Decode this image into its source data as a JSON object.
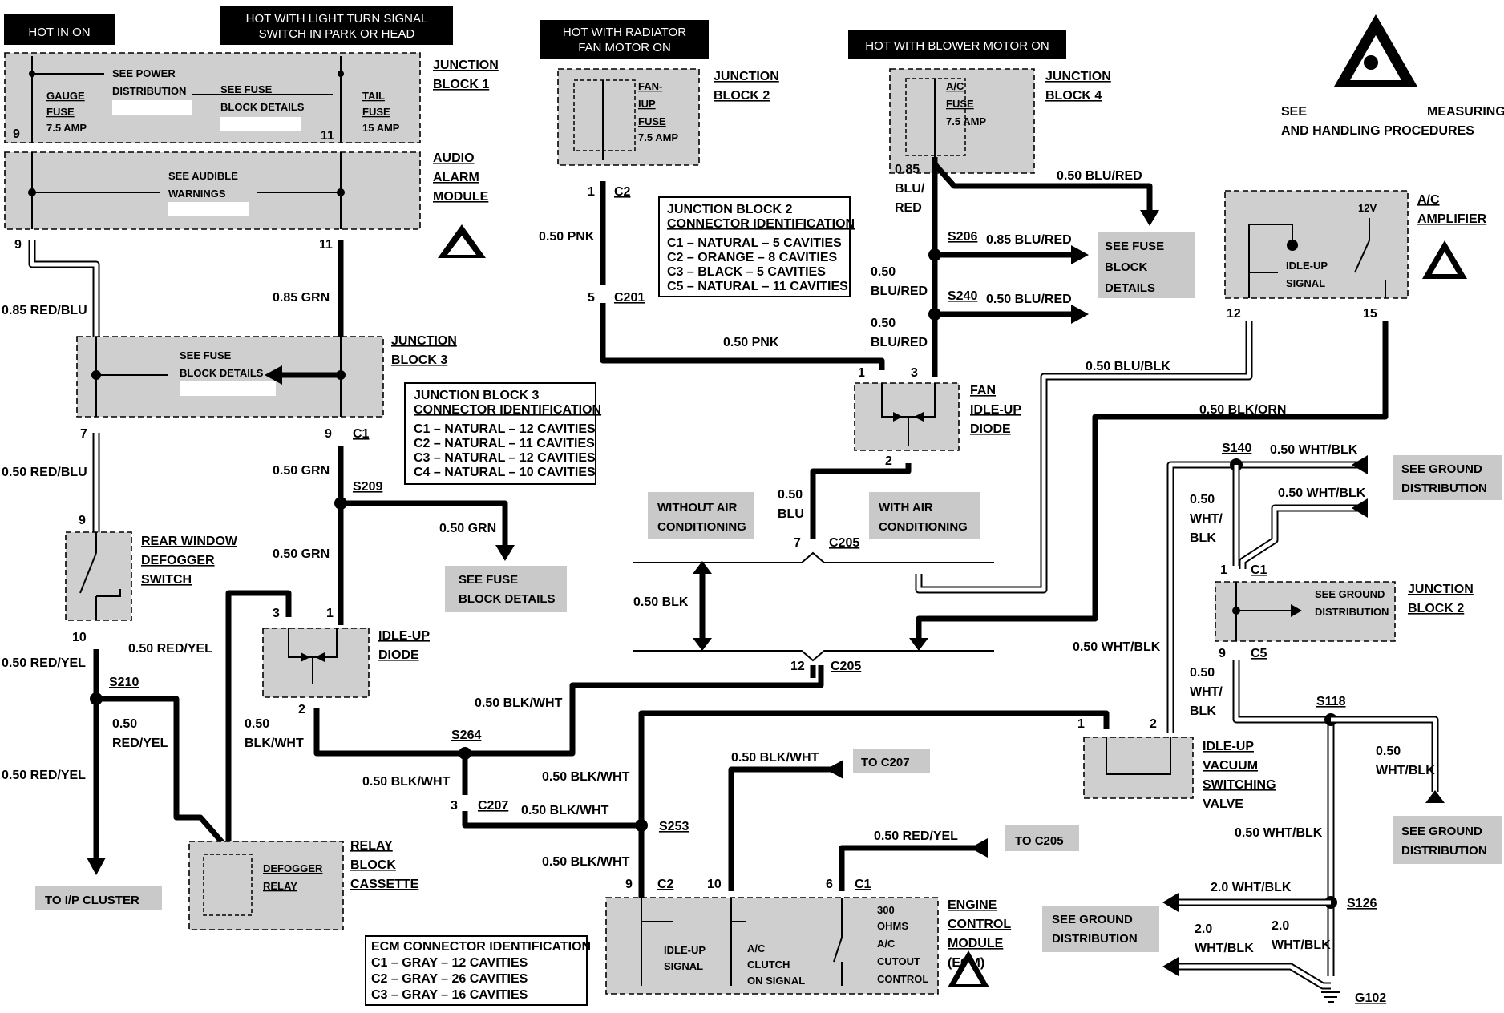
{
  "headers": {
    "hot_in_on": "HOT IN ON",
    "hot_light_1": "HOT WITH LIGHT TURN SIGNAL",
    "hot_light_2": "SWITCH IN PARK OR HEAD",
    "hot_radiator_1": "HOT WITH RADIATOR",
    "hot_radiator_2": "FAN MOTOR ON",
    "hot_blower": "HOT WITH BLOWER MOTOR ON"
  },
  "esd": {
    "see": "SEE",
    "measuring": "MEASURING",
    "and_handling": "AND HANDLING PROCEDURES"
  },
  "components": {
    "junction_block_1": [
      "JUNCTION",
      "BLOCK 1"
    ],
    "audio_alarm_module": [
      "AUDIO",
      "ALARM",
      "MODULE"
    ],
    "junction_block_3": [
      "JUNCTION",
      "BLOCK 3"
    ],
    "rear_window_defogger": [
      "REAR WINDOW",
      "DEFOGGER",
      "SWITCH"
    ],
    "idle_up_diode": [
      "IDLE-UP",
      "DIODE"
    ],
    "relay_block": [
      "RELAY",
      "BLOCK",
      "CASSETTE"
    ],
    "junction_block_2_top": [
      "JUNCTION",
      "BLOCK 2"
    ],
    "junction_block_4": [
      "JUNCTION",
      "BLOCK 4"
    ],
    "fan_idle_up_diode": [
      "FAN",
      "IDLE-UP",
      "DIODE"
    ],
    "ac_amplifier": [
      "A/C",
      "AMPLIFIER"
    ],
    "junction_block_2_right": [
      "JUNCTION",
      "BLOCK 2"
    ],
    "idle_up_vacuum": [
      "IDLE-UP",
      "VACUUM",
      "SWITCHING",
      "VALVE"
    ],
    "ecm": [
      "ENGINE",
      "CONTROL",
      "MODULE",
      "(ECM)"
    ]
  },
  "inner": {
    "see_power_1": "SEE POWER",
    "see_power_2": "DISTRIBUTION",
    "gauge_1": "GAUGE",
    "gauge_2": "FUSE",
    "gauge_amp": "7.5 AMP",
    "see_fuse_1": "SEE FUSE",
    "see_fuse_2": "BLOCK DETAILS",
    "tail_1": "TAIL",
    "tail_2": "FUSE",
    "tail_amp": "15 AMP",
    "see_audible_1": "SEE AUDIBLE",
    "see_audible_2": "WARNINGS",
    "jb3_see_fuse_1": "SEE FUSE",
    "jb3_see_fuse_2": "BLOCK DETAILS",
    "fan_fuse_1": "FAN-",
    "fan_fuse_2": "IUP",
    "fan_fuse_3": "FUSE",
    "fan_fuse_amp": "7.5 AMP",
    "ac_fuse_1": "A/C",
    "ac_fuse_2": "FUSE",
    "ac_fuse_amp": "7.5 AMP",
    "v12": "12V",
    "idle_up_signal_1": "IDLE-UP",
    "idle_up_signal_2": "SIGNAL",
    "defogger_1": "DEFOGGER",
    "defogger_2": "RELAY",
    "see_ground_1": "SEE GROUND",
    "see_ground_2": "DISTRIBUTION",
    "ecm_idle_1": "IDLE-UP",
    "ecm_idle_2": "SIGNAL",
    "ecm_ac_1": "A/C",
    "ecm_ac_2": "CLUTCH",
    "ecm_ac_3": "ON SIGNAL",
    "ecm_ohm_1": "300",
    "ecm_ohm_2": "OHMS",
    "ecm_ohm_3": "A/C",
    "ecm_ohm_4": "CUTOUT",
    "ecm_ohm_5": "CONTROL"
  },
  "id_boxes": {
    "jb2": [
      "JUNCTION BLOCK 2",
      "CONNECTOR IDENTIFICATION",
      "C1 – NATURAL – 5 CAVITIES",
      "C2 – ORANGE – 8 CAVITIES",
      "C3 – BLACK – 5 CAVITIES",
      "C5 – NATURAL – 11 CAVITIES"
    ],
    "jb3": [
      "JUNCTION BLOCK 3",
      "CONNECTOR IDENTIFICATION",
      "C1 – NATURAL – 12 CAVITIES",
      "C2 – NATURAL – 11 CAVITIES",
      "C3 – NATURAL – 12 CAVITIES",
      "C4 – NATURAL – 10 CAVITIES"
    ],
    "ecm": [
      "ECM CONNECTOR IDENTIFICATION",
      "C1 – GRAY – 12 CAVITIES",
      "C2 – GRAY – 26 CAVITIES",
      "C3 – GRAY – 16 CAVITIES"
    ]
  },
  "refs": {
    "see_fuse_block": [
      "SEE FUSE",
      "BLOCK DETAILS"
    ],
    "see_fuse_block_r": [
      "SEE FUSE",
      "BLOCK",
      "DETAILS"
    ],
    "see_ground": [
      "SEE GROUND",
      "DISTRIBUTION"
    ],
    "to_ip_cluster": "TO I/P CLUSTER",
    "to_c207": "TO C207",
    "to_c205": "TO C205",
    "without_ac": [
      "WITHOUT AIR",
      "CONDITIONING"
    ],
    "with_ac": [
      "WITH AIR",
      "CONDITIONING"
    ]
  },
  "wires": {
    "red_blu": "0.85 RED/BLU",
    "grn_085": "0.85 GRN",
    "red_blu_050": "0.50 RED/BLU",
    "grn_050": "0.50 GRN",
    "red_yel": "0.50 RED/YEL",
    "grn_050_b": "0.50 GRN",
    "grn_050_c": "0.50 GRN",
    "red_yel_b": "0.50 RED/YEL",
    "red_yel_c": "0.50 RED/YEL",
    "red_yel_d1": "0.50",
    "red_yel_d2": "RED/YEL",
    "blk_wht_1": "0.50",
    "blk_wht_2": "BLK/WHT",
    "blk_wht_a": "0.50 BLK/WHT",
    "blk_wht_b": "0.50 BLK/WHT",
    "blk_wht_c": "0.50 BLK/WHT",
    "blk_wht_d": "0.50 BLK/WHT",
    "blk_wht_e": "0.50 BLK/WHT",
    "blk_wht_f": "0.50 BLK/WHT",
    "pnk_a": "0.50 PNK",
    "pnk_b": "0.50 PNK",
    "blu_red_085_1": "0.85",
    "blu_red_085_2": "BLU/",
    "blu_red_085_3": "RED",
    "blu_red_top": "0.50 BLU/RED",
    "blu_red_s206": "0.85 BLU/RED",
    "blu_red_s240": "0.50 BLU/RED",
    "blu_red_v1a": "0.50",
    "blu_red_v1b": "BLU/RED",
    "blu_red_v2a": "0.50",
    "blu_red_v2b": "BLU/RED",
    "blu_a": "0.50",
    "blu_b": "BLU",
    "blk": "0.50 BLK",
    "blu_blk": "0.50 BLU/BLK",
    "blk_orn": "0.50 BLK/ORN",
    "wht_blk_a": "0.50 WHT/BLK",
    "wht_blk_b": "0.50 WHT/BLK",
    "wht_blk_c1": "0.50",
    "wht_blk_c2": "WHT/",
    "wht_blk_c3": "BLK",
    "wht_blk_d": "0.50 WHT/BLK",
    "wht_blk_e1": "0.50",
    "wht_blk_e2": "WHT/",
    "wht_blk_e3": "BLK",
    "wht_blk_f1": "0.50",
    "wht_blk_f2": "WHT/BLK",
    "wht_blk_g": "0.50 WHT/BLK",
    "wht_blk_20": "2.0 WHT/BLK",
    "wht_blk_20b1": "2.0",
    "wht_blk_20b2": "WHT/BLK",
    "wht_blk_20c1": "2.0",
    "wht_blk_20c2": "WHT/BLK"
  },
  "splices": {
    "s209": "S209",
    "s210": "S210",
    "s264": "S264",
    "s253": "S253",
    "s206": "S206",
    "s240": "S240",
    "s140": "S140",
    "s118": "S118",
    "s126": "S126",
    "g102": "G102"
  },
  "connectors": {
    "c1": "C1",
    "c2": "C2",
    "c201": "C201",
    "c205a": "C205",
    "c205b": "C205",
    "c207": "C207",
    "c5": "C5",
    "c1b": "C1",
    "c2b": "C2",
    "c1c": "C1",
    "c1d": "C1"
  },
  "pins": {
    "p9a": "9",
    "p11a": "11",
    "p9b": "9",
    "p11b": "11",
    "p7": "7",
    "p9c": "9",
    "p9d": "9",
    "p10": "10",
    "p3": "3",
    "p1": "1",
    "p2": "2",
    "p3b": "3",
    "p1b": "1",
    "p5": "5",
    "p1c": "1",
    "p3c": "3",
    "p2b": "2",
    "p7b": "7",
    "p12": "12",
    "p12b": "12",
    "p15": "15",
    "p1d": "1",
    "p9e": "9",
    "p1e": "1",
    "p2c": "2",
    "p9f": "9",
    "p10b": "10",
    "p6": "6"
  }
}
